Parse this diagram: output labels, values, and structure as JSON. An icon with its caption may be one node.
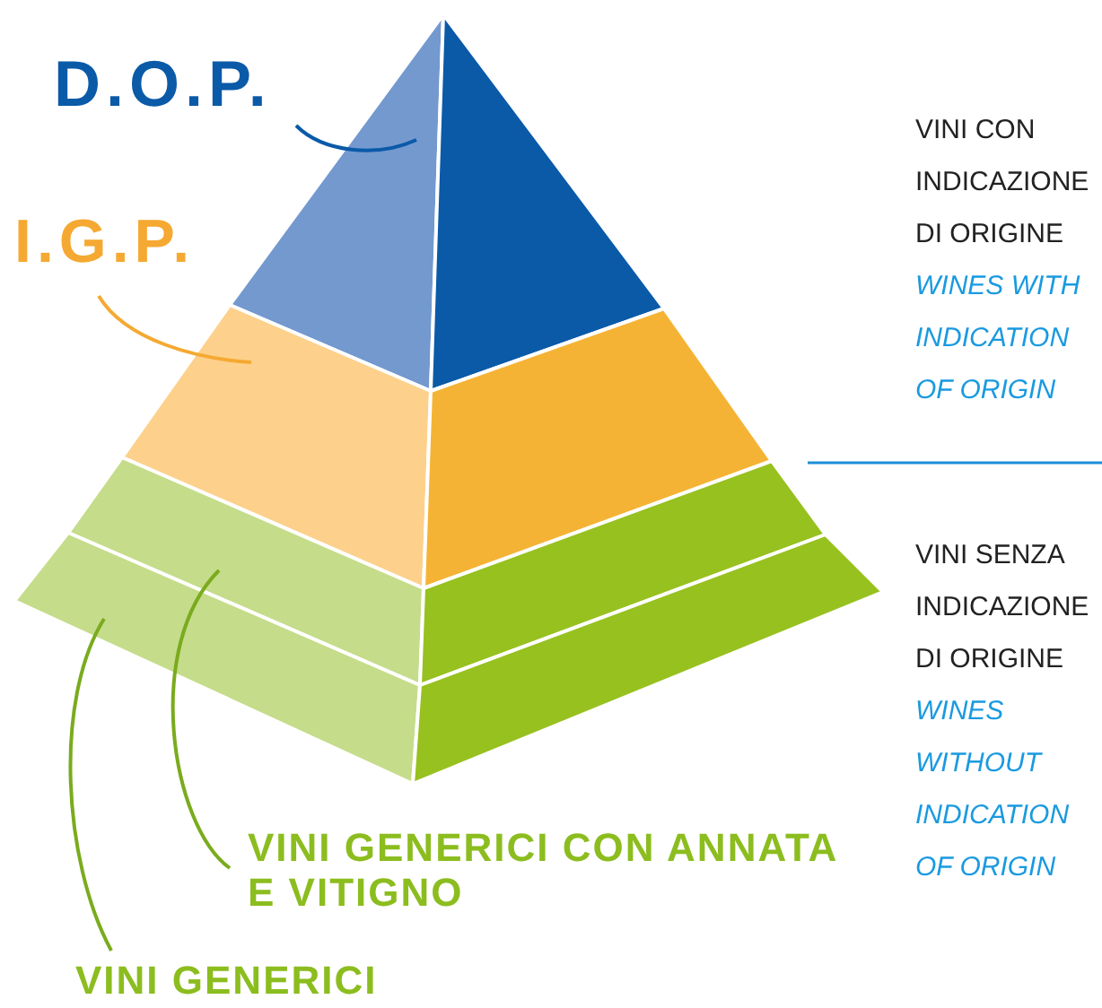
{
  "diagram": {
    "nodes": [
      {
        "text": [
          "D.O.P."
        ]
      },
      {
        "text": [],
        "shape": "triangle"
      },
      {
        "text": [
          "I.G.P."
        ]
      },
      {
        "text": [],
        "shape": "band"
      },
      {
        "text": [
          "VINI GENERICI CON ANNATA E VITIGNO"
        ]
      },
      {
        "text": [],
        "shape": "band"
      },
      {
        "text": [
          "VINI GENERICI"
        ]
      },
      {
        "text": [],
        "shape": "band"
      }
    ],
    "edges": [
      {
        "from": 0,
        "to": 1,
        "arrow": "none",
        "color": "#0a5aa8"
      },
      {
        "from": 2,
        "to": 3,
        "arrow": "none",
        "color": "#f5a932"
      },
      {
        "from": 4,
        "to": 5,
        "arrow": "none"
      },
      {
        "from": 6,
        "to": 7,
        "arrow": "none"
      }
    ],
    "labels": [
      "VINI CON INDICAZIONE DI ORIGINE",
      "WINES WITH INDICATION OF ORIGIN",
      "VINI SENZA INDICAZIONE DI ORIGINE",
      "WINES WITHOUT INDICATION OF ORIGIN"
    ]
  }
}
